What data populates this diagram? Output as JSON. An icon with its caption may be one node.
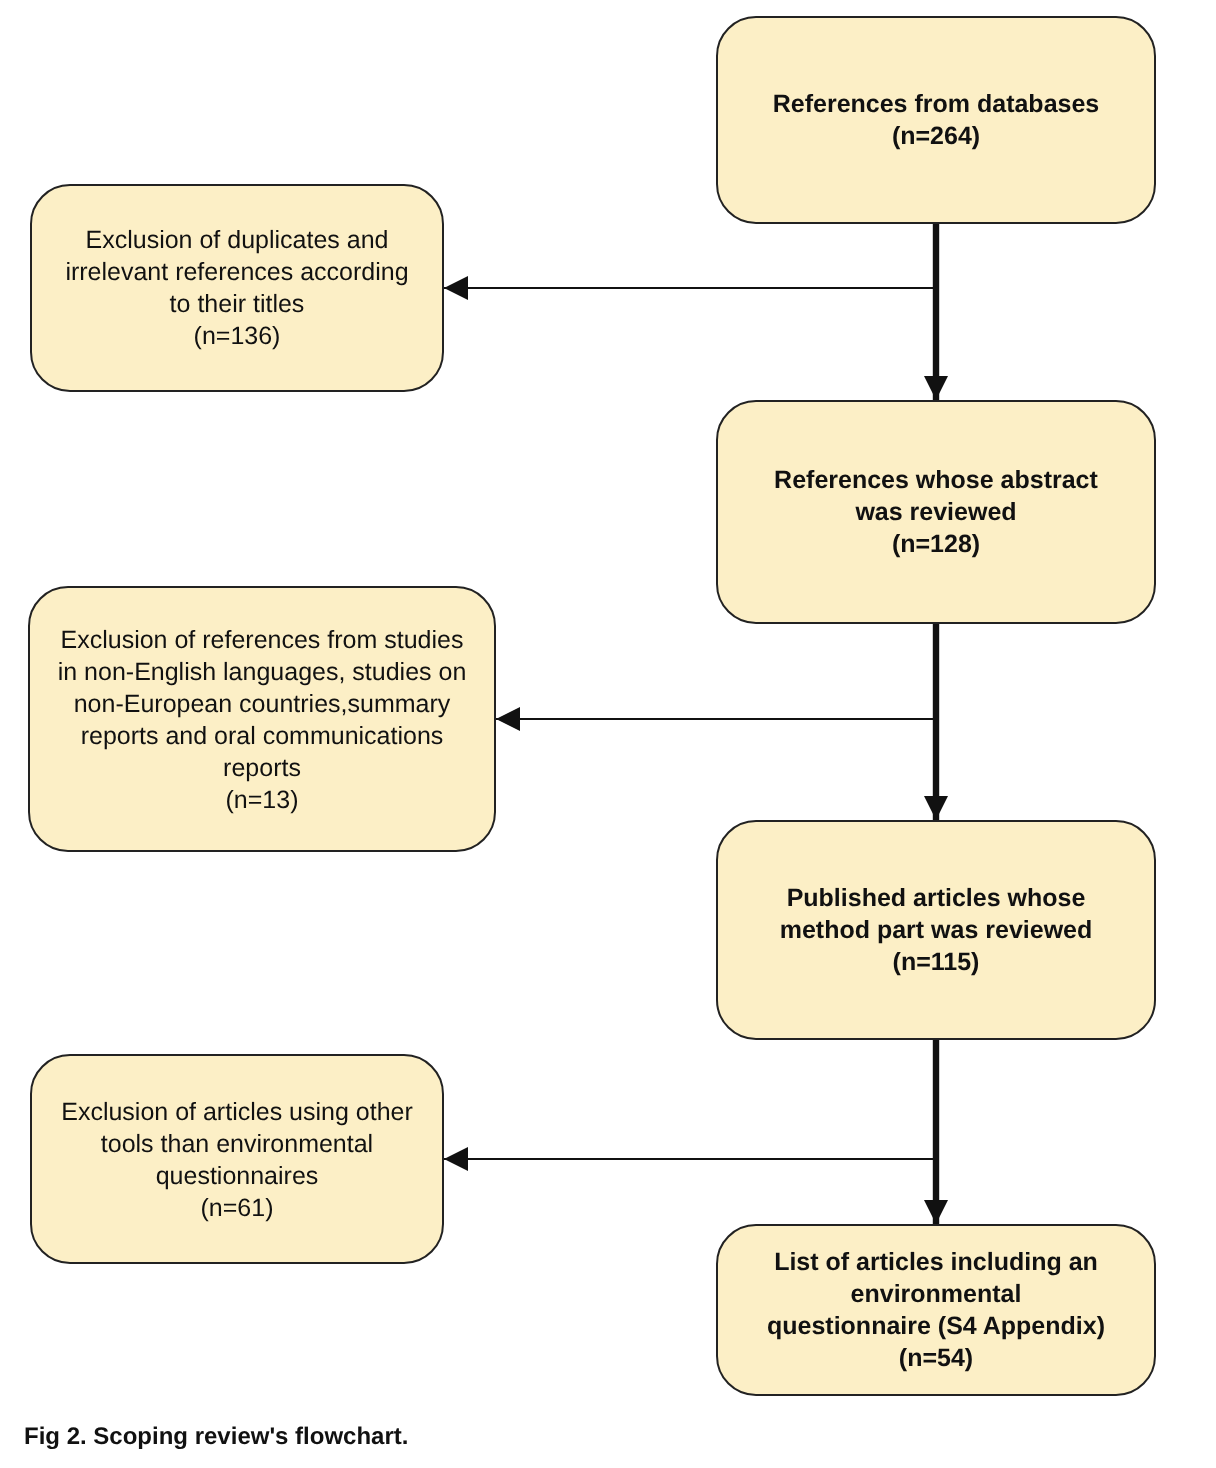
{
  "diagram": {
    "caption": "Fig 2. Scoping review's flowchart.",
    "nodes": [
      {
        "text": [
          "References from databases",
          "(n=264)"
        ]
      },
      {
        "text": [
          "Exclusion of duplicates and irrelevant references according to their titles",
          "(n=136)"
        ]
      },
      {
        "text": [
          "References whose abstract was reviewed",
          "(n=128)"
        ]
      },
      {
        "text": [
          "Exclusion of references from studies in non-English languages, studies on non-European countries,summary reports and oral communications reports",
          "(n=13)"
        ]
      },
      {
        "text": [
          "Published articles whose method part was reviewed",
          "(n=115)"
        ]
      },
      {
        "text": [
          "Exclusion of articles using other tools than environmental questionnaires",
          "(n=61)"
        ]
      },
      {
        "text": [
          "List of articles including an environmental questionnaire (S4 Appendix)",
          "(n=54)"
        ]
      }
    ],
    "edges": [
      {
        "from": 0,
        "to": 2,
        "arrow": "to",
        "style": "thick"
      },
      {
        "from": 0,
        "to": 1,
        "arrow": "to"
      },
      {
        "from": 2,
        "to": 4,
        "arrow": "to",
        "style": "thick"
      },
      {
        "from": 2,
        "to": 3,
        "arrow": "to"
      },
      {
        "from": 4,
        "to": 6,
        "arrow": "to",
        "style": "thick"
      },
      {
        "from": 4,
        "to": 5,
        "arrow": "to"
      }
    ]
  }
}
